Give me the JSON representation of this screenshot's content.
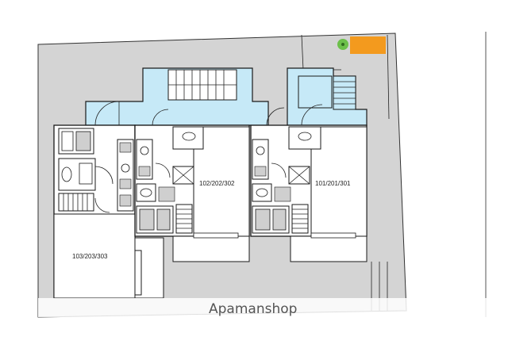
{
  "floor_plan": {
    "units": [
      {
        "id": "left",
        "label": "103/203/303"
      },
      {
        "id": "center",
        "label": "102/202/302"
      },
      {
        "id": "right",
        "label": "101/201/301"
      }
    ],
    "watermark": "Apamanshop",
    "colors": {
      "site_gray": "#d4d4d4",
      "common_area_blue": "#c6e9f7",
      "marker_orange": "#f39a1e",
      "tree_green": "#6cc04a"
    }
  }
}
